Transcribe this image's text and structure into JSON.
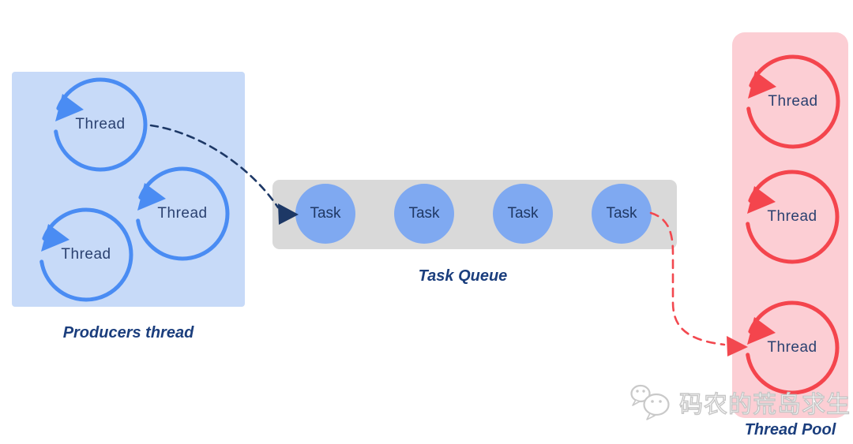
{
  "producers": {
    "label": "Producers thread",
    "threads": [
      "Thread",
      "Thread",
      "Thread"
    ]
  },
  "queue": {
    "label": "Task Queue",
    "tasks": [
      "Task",
      "Task",
      "Task",
      "Task"
    ]
  },
  "pool": {
    "label": "Thread Pool",
    "threads": [
      "Thread",
      "Thread",
      "Thread"
    ]
  },
  "watermark": {
    "text": "码农的荒岛求生",
    "icon": "wechat-icon"
  },
  "icons": {
    "thread_loop": "circular-arrow-icon",
    "producer_to_queue": "dashed-arrow-icon",
    "queue_to_pool": "dashed-arrow-icon"
  },
  "colors": {
    "producer_box": "#c7daf8",
    "producer_circle_stroke": "#4a8cf3",
    "task_circle_fill": "#7fa9f1",
    "queue_bar": "#d9d9d9",
    "pool_box": "#fcced4",
    "pool_circle_stroke": "#f4454d",
    "circle_text": "#2b4170",
    "section_label_text": "#1b3e7d",
    "connector_navy": "#1d3866",
    "connector_red": "#f2484f",
    "watermark_gray": "#c9c9c9"
  }
}
